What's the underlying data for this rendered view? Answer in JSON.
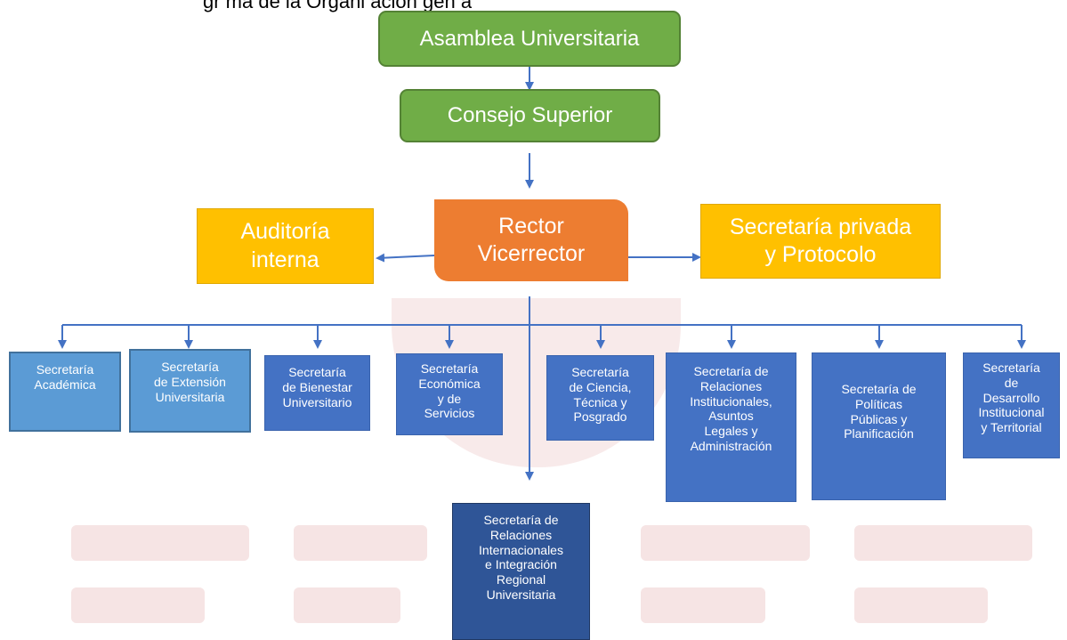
{
  "header": {
    "caption_fragment": "gr   ma   de   la Organi   ación    gén   a"
  },
  "colors": {
    "green": "#70ad47",
    "yellow": "#ffc000",
    "orange": "#ed7d31",
    "blue_light": "#5b9bd5",
    "blue": "#4472c4",
    "blue_dark": "#2f5597",
    "connector": "#4472c4"
  },
  "nodes": {
    "asamblea": "Asamblea Universitaria",
    "consejo": "Consejo Superior",
    "rector": "Rector\nVicerrector",
    "auditoria": "Auditoría\ninterna",
    "secretaria_privada": "Secretaría privada\ny Protocolo",
    "secretarias": [
      "Secretaría\nAcadémica",
      "Secretaría\nde Extensión\nUniversitaria",
      "Secretaría\nde Bienestar\nUniversitario",
      "Secretaría\nEconómica\ny de\nServicios",
      "Secretaría\nde Ciencia,\nTécnica y\nPosgrado",
      "Secretaría de\nRelaciones\nInstitucionales,\nAsuntos\nLegales y\nAdministración",
      "Secretaría de\nPolíticas\nPúblicas y\nPlanificación",
      "Secretaría\nde\nDesarrollo\nInstitucional\ny Territorial"
    ],
    "internacionales": "Secretaría de\nRelaciones\nInternacionales\ne Integración\nRegional\nUniversitaria"
  }
}
